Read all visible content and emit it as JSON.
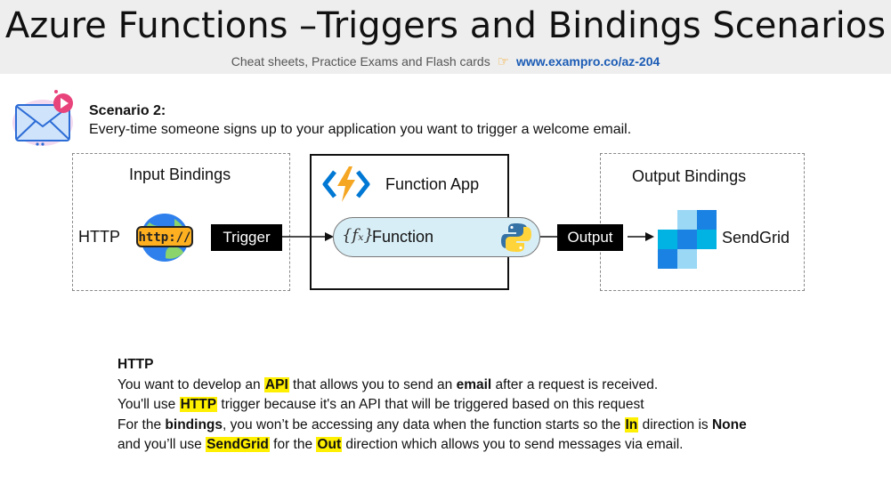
{
  "header": {
    "title": "Azure Functions –Triggers and Bindings Scenarios",
    "subtitle": "Cheat sheets, Practice Exams and Flash cards",
    "link": "www.exampro.co/az-204"
  },
  "scenario": {
    "title": "Scenario 2:",
    "description": "Every-time someone signs up to your application you want to trigger a welcome email."
  },
  "diagram": {
    "input_title": "Input Bindings",
    "input_source": "HTTP",
    "http_badge": "http://",
    "trigger_label": "Trigger",
    "function_app_title": "Function App",
    "function_label": "Function",
    "fx_symbol": "{fₓ}",
    "output_label": "Output",
    "output_title": "Output Bindings",
    "output_target": "SendGrid",
    "icons": [
      "email-icon",
      "http-globe-icon",
      "azure-functions-icon",
      "python-icon",
      "sendgrid-icon",
      "pointing-hand-icon"
    ],
    "colors": {
      "azure_bolt": "#f5a623",
      "azure_blue": "#0078d4",
      "sendgrid_blue": "#1a82e2",
      "highlight": "#ffef00"
    }
  },
  "explanation": {
    "heading": "HTTP",
    "line1": {
      "a": "You want to develop an ",
      "hl": "API",
      "b": " that allows you to send an ",
      "bold": "email",
      "c": " after a request is received."
    },
    "line2": {
      "a": "You'll use ",
      "hl": "HTTP",
      "b": " trigger because it's an API that will be triggered based on this request"
    },
    "line3": {
      "a": "For the ",
      "bold1": "bindings",
      "b": ", you won’t be accessing any data when the function starts so the ",
      "hl": "In",
      "c": " direction is ",
      "bold2": "None"
    },
    "line4": {
      "a": "and you’ll use ",
      "hl1": "SendGrid",
      "b": " for the ",
      "hl2": "Out",
      "c": " direction which allows you to send messages via email."
    }
  }
}
